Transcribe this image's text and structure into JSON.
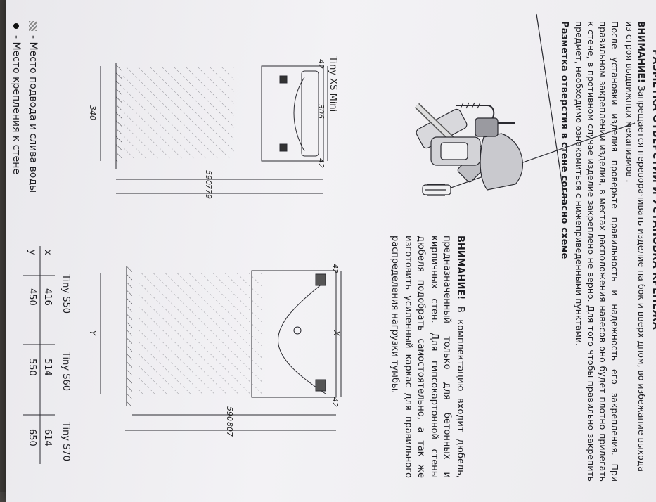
{
  "header": {
    "cut_heading": "РАЗМЕТКА ОТВЕРСТИЙ И УСТАНОВКА КРЕПЕЖА"
  },
  "warning_top": {
    "title": "ВНИМАНИЕ!",
    "text": " Запрещается переворачивать изделие на бок и вверх дном, во избежание выхода из строя выдвижных механизмов ."
  },
  "install_paragraph": "После установки изделия проверьте правильность и надежность его закрепления. При правильном закреплении изделия, в местах расположения навесов оно будет плотно прилегать к стене, в противном случае изделие закреплено не верно. Для того чтобы правильно закрепить предмет, необходимо ознакомиться с нижеприведенными пунктами.",
  "marking_heading": "Разметка отверстия в стене согласно схеме",
  "warning_dowel": {
    "title": "ВНИМАНИЕ!",
    "text": " В комплектацию входит дюбель, предназначенный только для бетонных и кирпичных стен. Для гипсокартонной стены дюбеля подобрать самостоятельно, а так же изготовить усиленный каркас для правильного распределения нагрузки тумбы."
  },
  "diagram_mini": {
    "title": "Tiny XS Mini",
    "dims": [
      "42",
      "306",
      "42",
      "590",
      "779",
      "340"
    ]
  },
  "diagram_s": {
    "dims": [
      "42",
      "X",
      "42",
      "590",
      "807",
      "Y"
    ]
  },
  "table": {
    "models": [
      "Tiny S50",
      "Tiny S60",
      "Tiny S70"
    ],
    "row_x_label": "x",
    "row_y_label": "y",
    "x_values": [
      "416",
      "514",
      "614"
    ],
    "y_values": [
      "450",
      "550",
      "650"
    ]
  },
  "legend": {
    "water": "- Место подвода и слива воды",
    "mount": "- Место крепления к стене"
  }
}
